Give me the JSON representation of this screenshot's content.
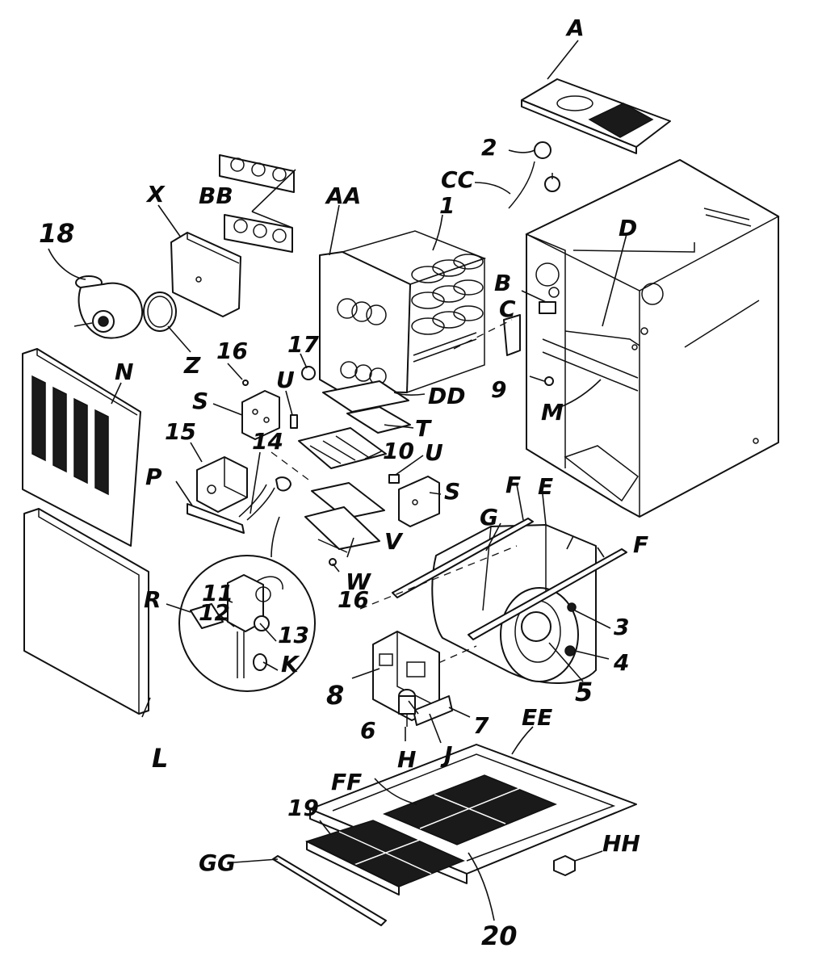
{
  "figure": {
    "callouts": {
      "A": "A",
      "two": "2",
      "CC": "CC",
      "BB": "BB",
      "AA": "AA",
      "one": "1",
      "X": "X",
      "eighteen": "18",
      "Z": "Z",
      "sixteen_top": "16",
      "seventeen": "17",
      "B": "B",
      "C": "C",
      "D": "D",
      "N": "N",
      "S_left": "S",
      "U_top": "U",
      "DD": "DD",
      "nine": "9",
      "M": "M",
      "T": "T",
      "fifteen": "15",
      "fourteen": "14",
      "P": "P",
      "ten": "10",
      "U_mid": "U",
      "S_right": "S",
      "F_top": "F",
      "E": "E",
      "G": "G",
      "F_right": "F",
      "V": "V",
      "W": "W",
      "sixteen_bottom": "16",
      "eleven": "11",
      "R": "R",
      "twelve": "12",
      "thirteen": "13",
      "K": "K",
      "three": "3",
      "four": "4",
      "five": "5",
      "eight": "8",
      "seven": "7",
      "six": "6",
      "H": "H",
      "J": "J",
      "L": "L",
      "EE": "EE",
      "FF": "FF",
      "nineteen": "19",
      "HH": "HH",
      "GG": "GG",
      "twenty": "20"
    }
  }
}
